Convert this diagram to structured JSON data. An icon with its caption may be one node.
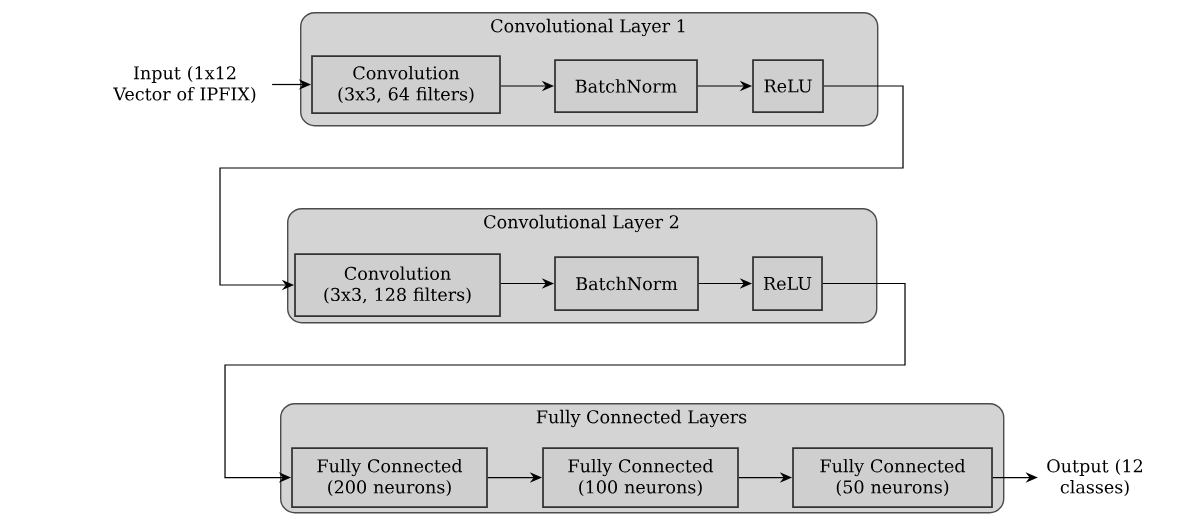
{
  "diagram": {
    "nodes": [
      {
        "text": [
          "Input (1x12 Vector of IPFIX)"
        ]
      },
      {
        "text": [
          "Convolutional Layer 1"
        ]
      },
      {
        "text": [
          "Convolution (3x3, 64 filters)"
        ],
        "in": 1
      },
      {
        "text": [
          "BatchNorm"
        ],
        "in": 1
      },
      {
        "text": [
          "ReLU"
        ],
        "in": 1
      },
      {
        "text": [
          "Convolutional Layer 2"
        ]
      },
      {
        "text": [
          "Convolution (3x3, 128 filters)"
        ],
        "in": 5
      },
      {
        "text": [
          "BatchNorm"
        ],
        "in": 5
      },
      {
        "text": [
          "ReLU"
        ],
        "in": 5
      },
      {
        "text": [
          "Fully Connected Layers"
        ]
      },
      {
        "text": [
          "Fully Connected (200 neurons)"
        ],
        "in": 9
      },
      {
        "text": [
          "Fully Connected (100 neurons)"
        ],
        "in": 9
      },
      {
        "text": [
          "Fully Connected (50 neurons)"
        ],
        "in": 9
      },
      {
        "text": [
          "Output (12 classes)"
        ]
      }
    ],
    "edges": [
      {
        "from": 0,
        "to": 2,
        "arrow": "to"
      },
      {
        "from": 2,
        "to": 3,
        "arrow": "to"
      },
      {
        "from": 3,
        "to": 4,
        "arrow": "to"
      },
      {
        "from": 4,
        "to": 6,
        "arrow": "to"
      },
      {
        "from": 6,
        "to": 7,
        "arrow": "to"
      },
      {
        "from": 7,
        "to": 8,
        "arrow": "to"
      },
      {
        "from": 8,
        "to": 10,
        "arrow": "to"
      },
      {
        "from": 10,
        "to": 11,
        "arrow": "to"
      },
      {
        "from": 11,
        "to": 12,
        "arrow": "to"
      },
      {
        "from": 12,
        "to": 13,
        "arrow": "to"
      }
    ]
  }
}
